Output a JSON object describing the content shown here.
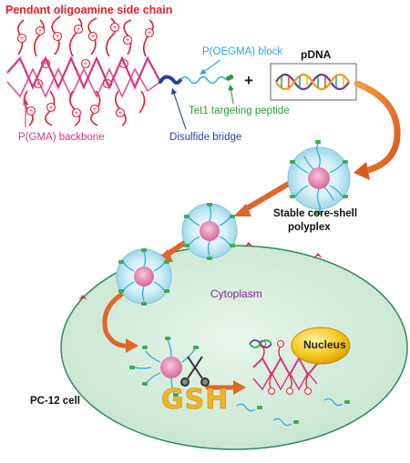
{
  "labels": {
    "pendant_side_chain": "Pendant oligoamine side chain",
    "poegma_block": "P(OEGMA) block",
    "plus": "+",
    "pdna": "pDNA",
    "tet1_peptide": "Tet1 targeting peptide",
    "pgma_backbone": "P(GMA) backbone",
    "disulfide_bridge": "Disulfide bridge",
    "stable_polyplex_line1": "Stable core-shell",
    "stable_polyplex_line2": "polyplex",
    "cytoplasm": "Cytoplasm",
    "nucleus": "Nucleus",
    "pc12_cell": "PC-12 cell",
    "gsh": "GSH"
  },
  "colors": {
    "backbone": "#d93383",
    "side_chain": "#e0202a",
    "oegma": "#29a7e1",
    "peptide": "#23a338",
    "disulfide": "#2a3ea0",
    "cell_fill": "#d8eedd",
    "cell_edge": "#2e8a60",
    "arrow": "#e9722a",
    "nucleus_fill": "#f3c21c",
    "gsh_text": "#f2b324",
    "polyplex_shell": "#bfe6f1",
    "polyplex_core": "#e38fb8"
  }
}
